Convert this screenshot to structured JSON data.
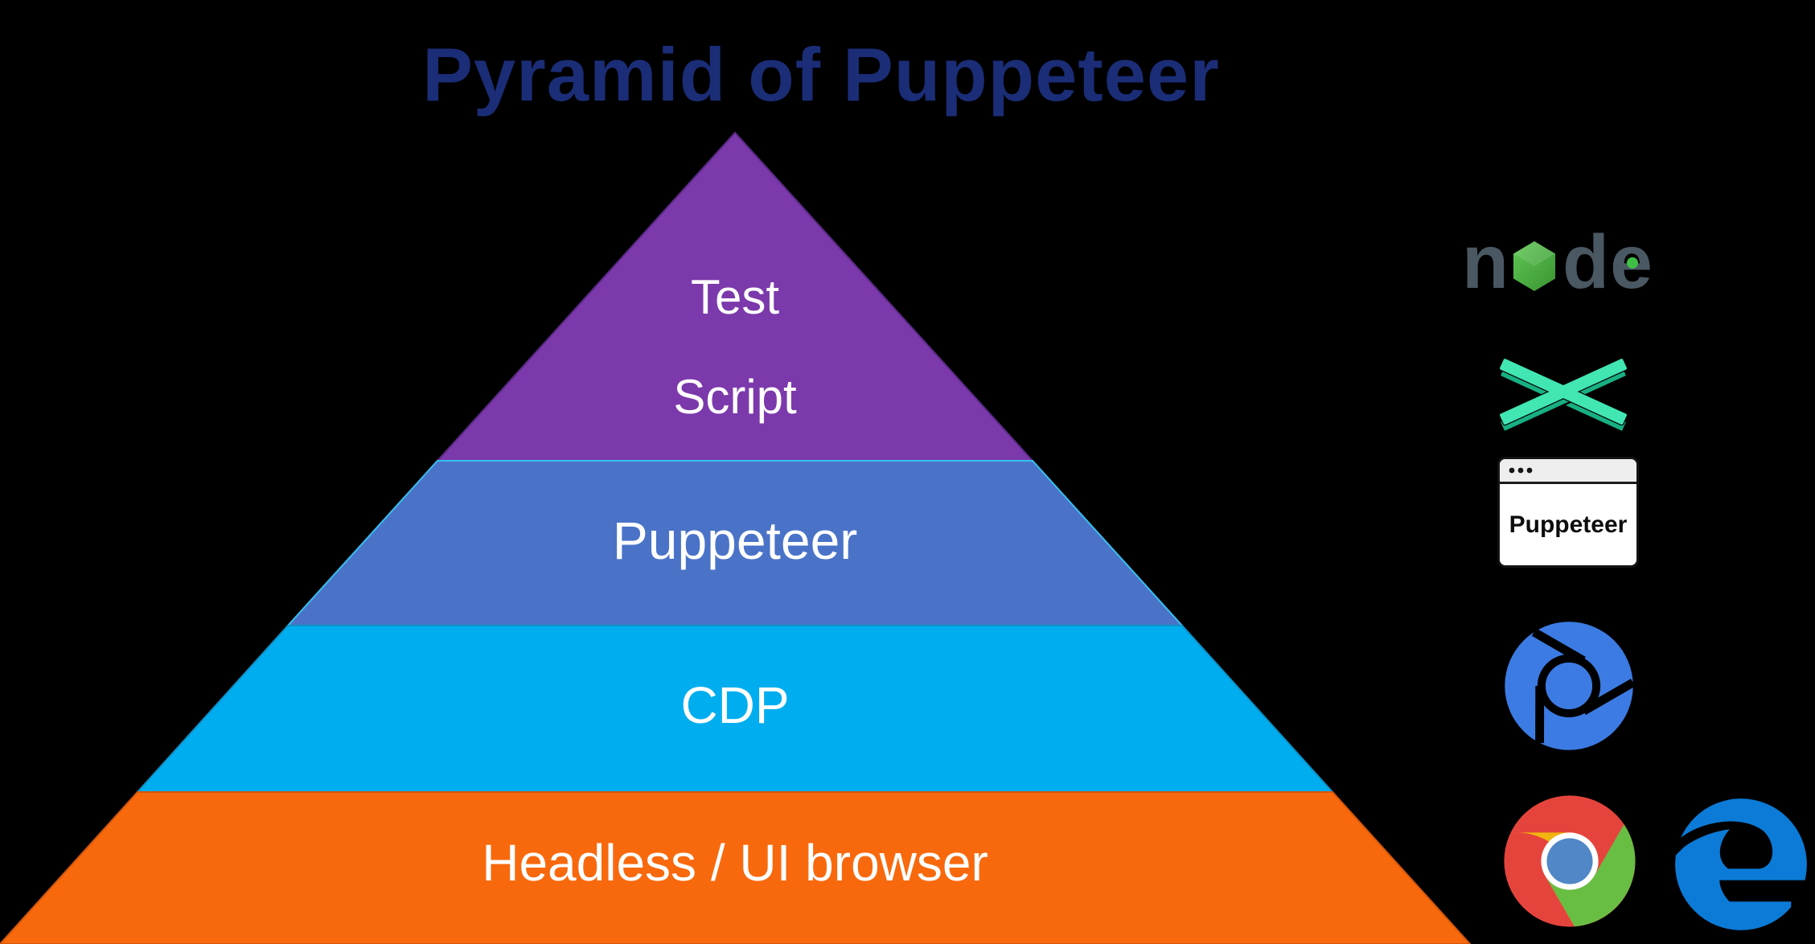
{
  "background": "#000000",
  "title": {
    "text": "Pyramid of Puppeteer",
    "color": "#1b2d77"
  },
  "pyramid": {
    "label_color": "#ffffff",
    "layers": [
      {
        "label_line1": "Test",
        "label_line2": "Script",
        "color": "#7b39ab",
        "border": "#5a2a85"
      },
      {
        "label": "Puppeteer",
        "color": "#4a73c8",
        "border": "#38bff0"
      },
      {
        "label": "CDP",
        "color": "#00AEEF",
        "border": "#0a93c9"
      },
      {
        "label": "Headless / UI browser",
        "color": "#F8690D",
        "border": "#d2570b"
      }
    ]
  },
  "icons": {
    "node": {
      "text_n": "n",
      "text_d": "d",
      "text_e": "e",
      "letter_color": "#4a5863",
      "hex_light": "#5fc754",
      "hex_dark": "#3a9432",
      "dot_color": "#3fbf45"
    },
    "x": {
      "top_color": "#41e6b3",
      "side_color": "#17b083"
    },
    "puppeteer_window": {
      "label": "Puppeteer",
      "bar_color": "#efeeee",
      "dot_color": "#161616",
      "body_color": "#ffffff",
      "text_color": "#0d0d0d",
      "border_color": "#141414"
    },
    "chromium": {
      "color": "#3C7BE3"
    },
    "chrome": {
      "red": "#E5443C",
      "yellow": "#F2B50F",
      "green": "#68BE43",
      "ring": "#ffffff",
      "hub": "#5187C7"
    },
    "edge": {
      "color": "#0b7bd7"
    }
  }
}
